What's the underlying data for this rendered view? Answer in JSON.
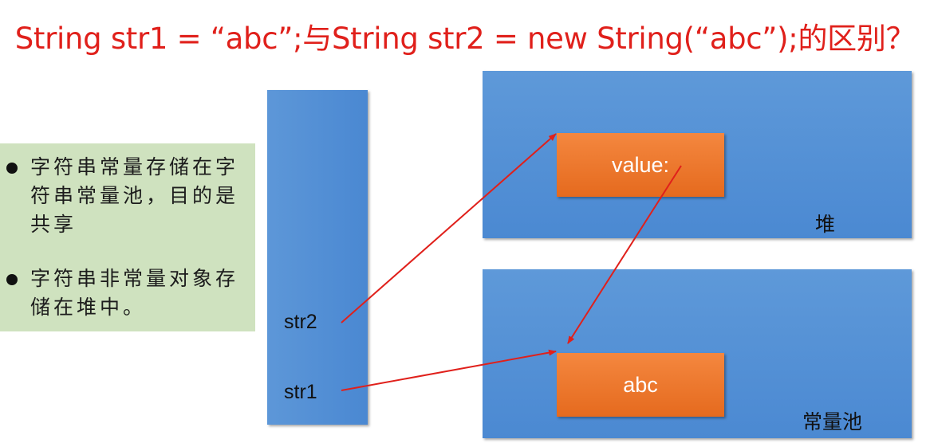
{
  "title": "String str1  = “abc”;与String str2 = new String(“abc”);的区别？",
  "notes": [
    "字符串常量存储在字符串常量池，目的是共享",
    "字符串非常量对象存储在堆中。"
  ],
  "stack": {
    "vars": [
      "str2",
      "str1"
    ]
  },
  "heap": {
    "label": "堆",
    "object_text": "value:"
  },
  "pool": {
    "label": "常量池",
    "literal_text": "abc"
  },
  "colors": {
    "title": "#e0201b",
    "area_blue": "#4a88d2",
    "object_orange": "#e96f24",
    "arrow_red": "#e0201b",
    "note_green": "#cfe2bf"
  }
}
